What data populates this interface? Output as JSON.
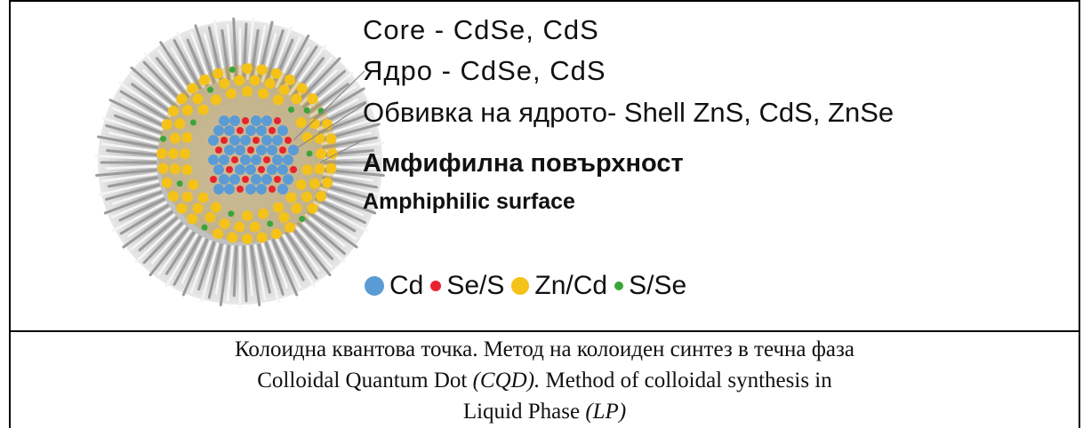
{
  "labels": {
    "core_en": "Core - CdSe, CdS",
    "core_bg": "Ядро - CdSe, CdS",
    "shell": "Обвивка на ядрото- Shell ZnS, CdS, ZnSe",
    "surface_bg": "Амфифилна повърхност",
    "surface_en": "Amphiphilic surface"
  },
  "legend": [
    {
      "label": "Cd",
      "color": "#5b9bd5"
    },
    {
      "label": "Se/S",
      "color": "#e8232f"
    },
    {
      "label": "Zn/Cd",
      "color": "#f5c218"
    },
    {
      "label": "S/Se",
      "color": "#3aa63a"
    }
  ],
  "caption": {
    "line1": "Колоидна квантова точка. Метод на колоиден синтез в течна фаза",
    "line2_a": "Colloidal Quantum Dot ",
    "line2_b": "(CQD).",
    "line2_c": " Method of colloidal synthesis in",
    "line3_a": "Liquid Phase ",
    "line3_b": "(LP)"
  }
}
